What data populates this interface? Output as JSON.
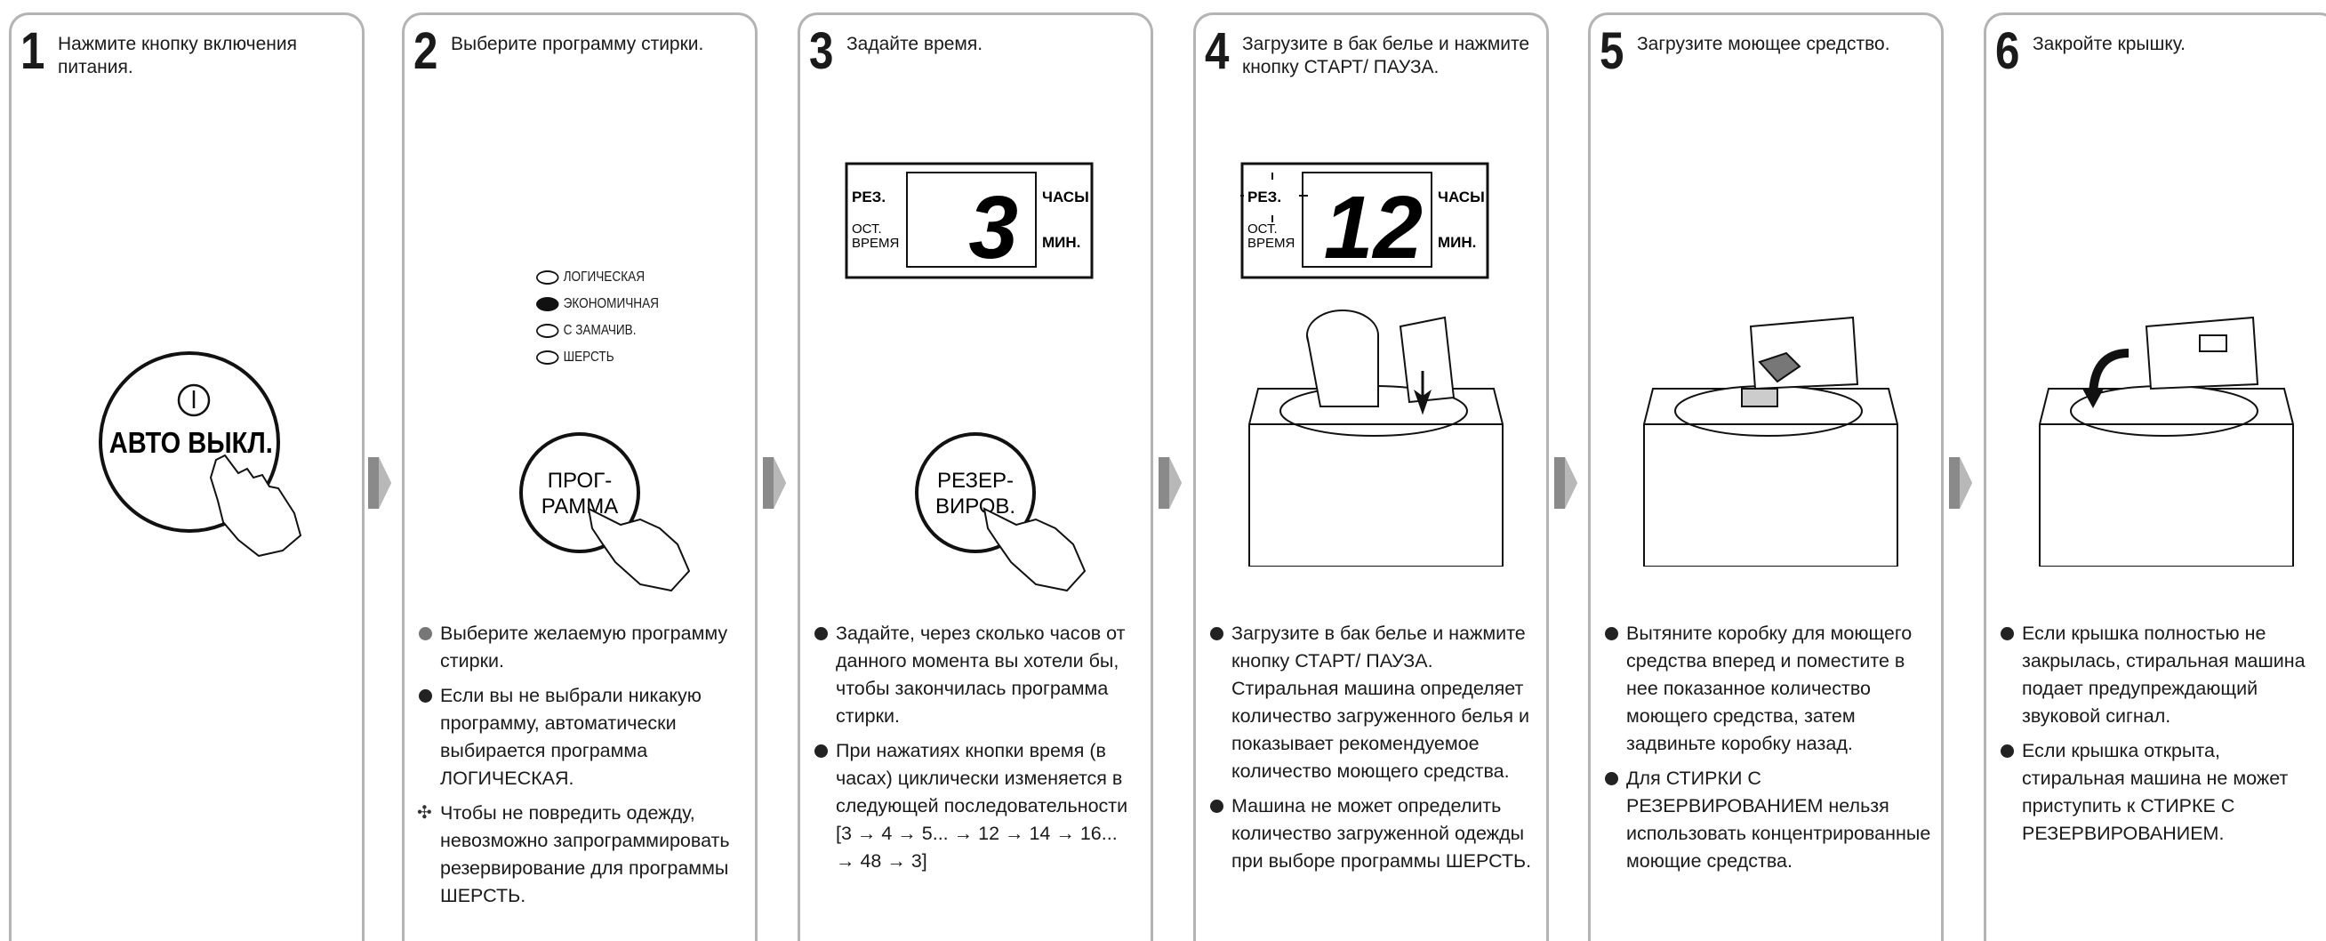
{
  "steps": [
    {
      "num": "1",
      "title": "Нажмите кнопку включения питания.",
      "button_label": "АВТО ВЫКЛ.",
      "bullets": []
    },
    {
      "num": "2",
      "title": "Выберите программу стирки.",
      "programs": [
        "ЛОГИЧЕСКАЯ",
        "ЭКОНОМИЧНАЯ",
        "С ЗАМАЧИВ.",
        "ШЕРСТЬ"
      ],
      "button_label_1": "ПРОГ-",
      "button_label_2": "РАММА",
      "bullets": [
        "Выберите желаемую программу стирки.",
        "Если вы не выбрали никакую программу, автоматически выбирается программа ЛОГИЧЕСКАЯ.",
        "Чтобы не повредить одежду, невозможно запрограммировать резервирование для программы ШЕРСТЬ."
      ],
      "star_symbol": "✣"
    },
    {
      "num": "3",
      "title": "Задайте время.",
      "display": {
        "res": "РЕЗ.",
        "ost": "ОСТ.",
        "vremya": "ВРЕМЯ",
        "hours": "ЧАСЫ",
        "min": "МИН.",
        "value": "3"
      },
      "button_label_1": "РЕЗЕР-",
      "button_label_2": "ВИРОВ.",
      "bullets": [
        "Задайте, через сколько часов от данного момента вы хотели бы, чтобы закончилась программа стирки.",
        "При нажатиях кнопки время (в часах) циклически изменяется в следующей последовательности [3 → 4 → 5... → 12 → 14 → 16... → 48 → 3]"
      ]
    },
    {
      "num": "4",
      "title": "Загрузите в бак белье и нажмите кнопку СТАРТ/ ПАУЗА.",
      "display": {
        "res": "РЕЗ.",
        "ost": "ОСТ.",
        "vremya": "ВРЕМЯ",
        "hours": "ЧАСЫ",
        "min": "МИН.",
        "value": "12"
      },
      "bullets": [
        "Загрузите в бак белье и нажмите кнопку СТАРТ/ ПАУЗА. Стиральная машина определяет количество загруженного белья и показывает рекомендуемое количество моющего средства.",
        "Машина не может определить количество загруженной одежды при выборе программы ШЕРСТЬ."
      ]
    },
    {
      "num": "5",
      "title": "Загрузите моющее средство.",
      "bullets": [
        "Вытяните коробку для моющего средства вперед и поместите в нее показанное количество моющего средства, затем задвиньте коробку назад.",
        "Для СТИРКИ С РЕЗЕРВИРОВАНИЕМ нельзя использовать концентрированные моющие средства."
      ]
    },
    {
      "num": "6",
      "title": "Закройте крышку.",
      "bullets": [
        "Если крышка полностью не закрылась, стиральная машина подает предупреждающий звуковой сигнал.",
        "Если крышка открыта, стиральная машина не может приступить к СТИРКЕ С РЕЗЕРВИРОВАНИЕМ."
      ]
    }
  ],
  "colors": {
    "border": "#b4b4b4",
    "arrow": "#8a8a8a",
    "text": "#1a1a1a"
  }
}
